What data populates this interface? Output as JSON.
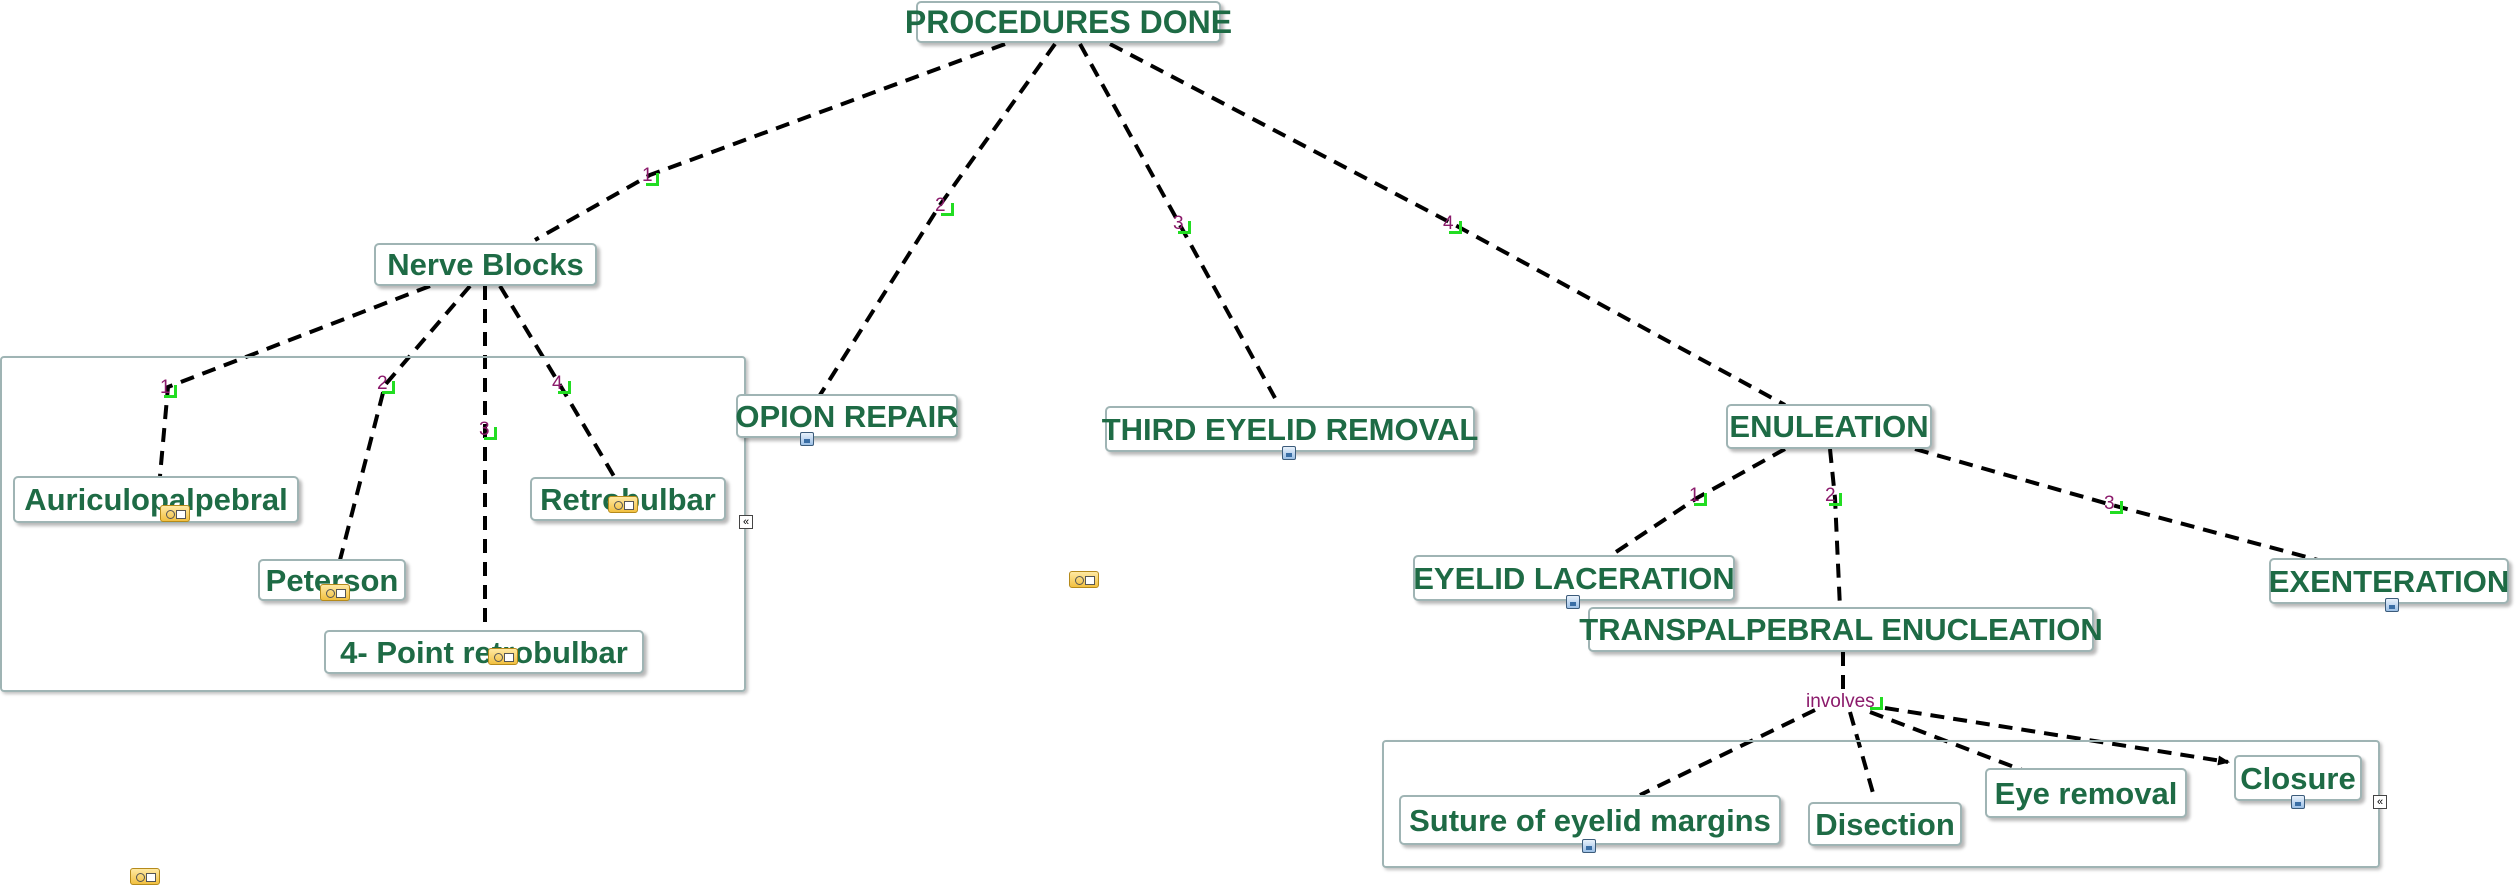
{
  "nodes": {
    "root": "PROCEDURES DONE",
    "nerve_blocks": "Nerve Blocks",
    "auriculopalpebral": "Auriculopalpebral",
    "peterson": "Peterson",
    "four_point": "4- Point retrobulbar",
    "retrobulbar": "Retrobulbar",
    "entropion": "OPION REPAIR",
    "third_eyelid": "THIRD EYELID REMOVAL",
    "enucleation": "ENULEATION",
    "eyelid_laceration": "EYELID LACERATION",
    "transpalpebral": "TRANSPALPEBRAL ENUCLEATION",
    "exenteration": "EXENTERATION",
    "suture": "Suture of eyelid margins",
    "disection": "Disection",
    "eye_removal": "Eye removal",
    "closure": "Closure"
  },
  "edge_labels": {
    "root_1": "1",
    "root_2": "2",
    "root_3": "3",
    "root_4": "4",
    "nb_1": "1",
    "nb_2": "2",
    "nb_3": "3",
    "nb_4": "4",
    "en_1": "1",
    "en_2": "2",
    "en_3": "3",
    "involves": "involves"
  },
  "icons": {
    "resource": "image-attachment-icon",
    "note": "note-icon",
    "collapse": "collapse-group-icon",
    "collapse_glyph": "«"
  },
  "colors": {
    "node_text": "#1e6b45",
    "node_border": "#9fb4b4",
    "label_text": "#8b1a6b",
    "label_marker": "#22dd22",
    "edge": "#000000"
  }
}
